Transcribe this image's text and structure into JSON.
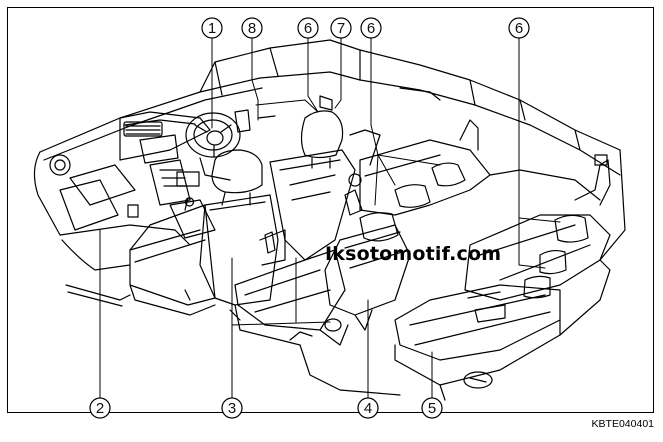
{
  "callouts": [
    {
      "id": "1",
      "label": "1"
    },
    {
      "id": "8",
      "label": "8"
    },
    {
      "id": "6a",
      "label": "6"
    },
    {
      "id": "7",
      "label": "7"
    },
    {
      "id": "6b",
      "label": "6"
    },
    {
      "id": "6c",
      "label": "6"
    },
    {
      "id": "2",
      "label": "2"
    },
    {
      "id": "3",
      "label": "3"
    },
    {
      "id": "4",
      "label": "4"
    },
    {
      "id": "5",
      "label": "5"
    }
  ],
  "watermark": "Iksotomotif.com",
  "figure_id": "KBTE040401"
}
